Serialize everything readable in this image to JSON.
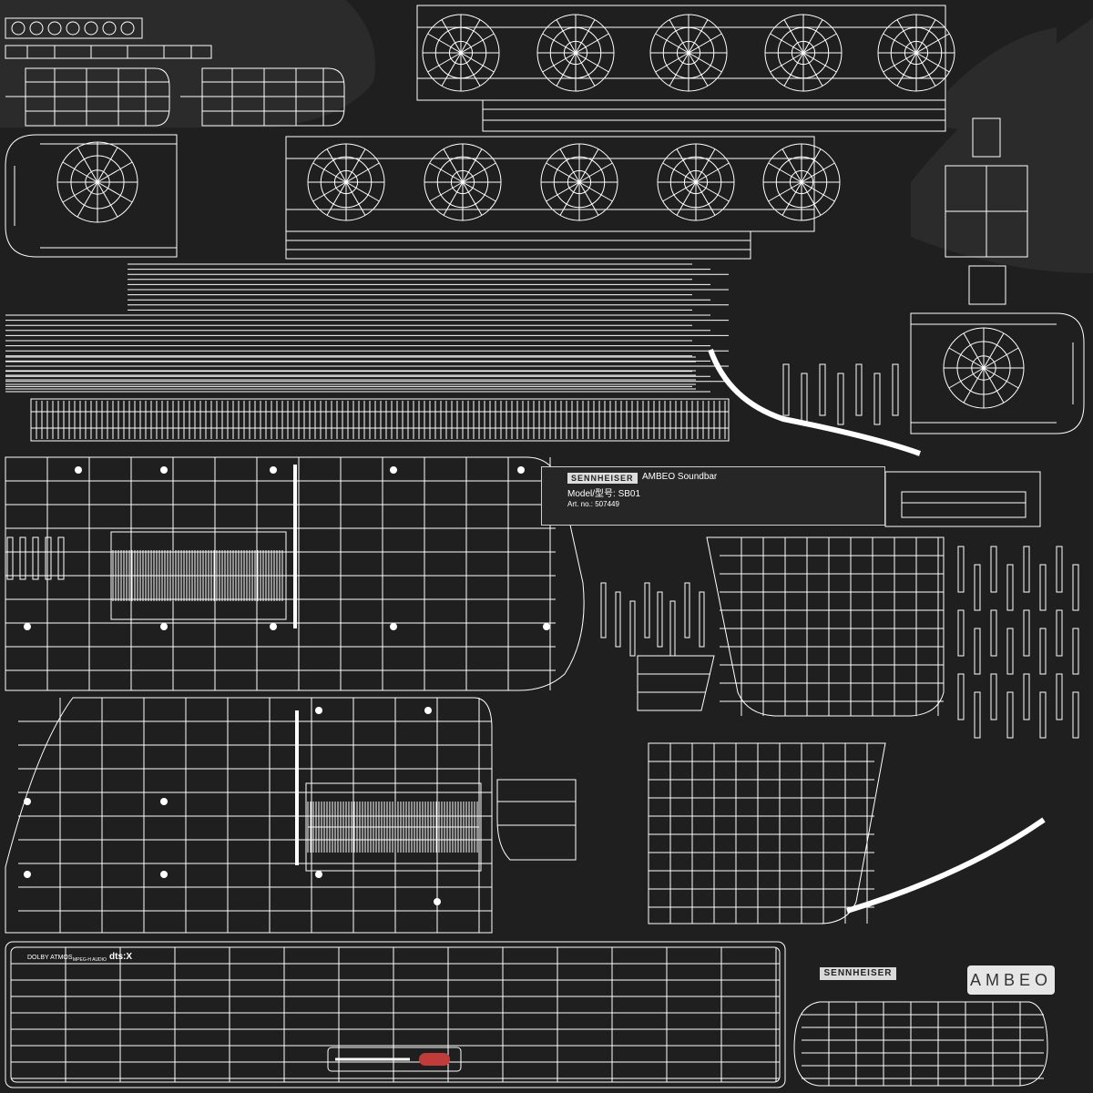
{
  "texture": {
    "background": "#1f1f1f",
    "wire_color": "#ffffff",
    "accent_red": "#c23b3b"
  },
  "rating_plate": {
    "brand": "SENNHEISER",
    "product": "AMBEO Soundbar",
    "model": "Model/型号: SB01",
    "article": "Art. no.: 507449"
  },
  "front_badges": {
    "dolby": "DOLBY ATMOS",
    "mpeg": "MPEG-H AUDIO",
    "dts": "dts:X"
  },
  "logos": {
    "ambeo": "AMBEO",
    "sennheiser": "SENNHEISER"
  },
  "icons": {
    "speaker_driver": "speaker-driver-icon",
    "status_led": "led-icon"
  }
}
